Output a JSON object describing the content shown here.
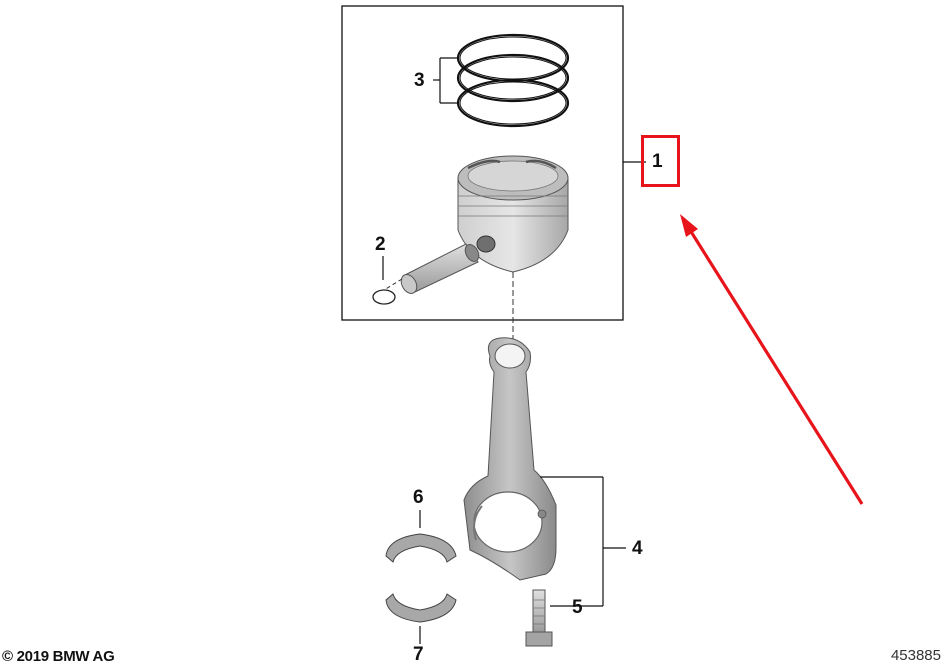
{
  "callouts": {
    "c1": "1",
    "c2": "2",
    "c3": "3",
    "c4": "4",
    "c5": "5",
    "c6": "6",
    "c7": "7"
  },
  "footer": {
    "copyright": "© 2019 BMW AG",
    "diagram_number": "453885"
  },
  "colors": {
    "highlight": "#e8141b",
    "arrow": "#e8141b",
    "part_gray": "#a9a9a9",
    "line": "#111111"
  }
}
